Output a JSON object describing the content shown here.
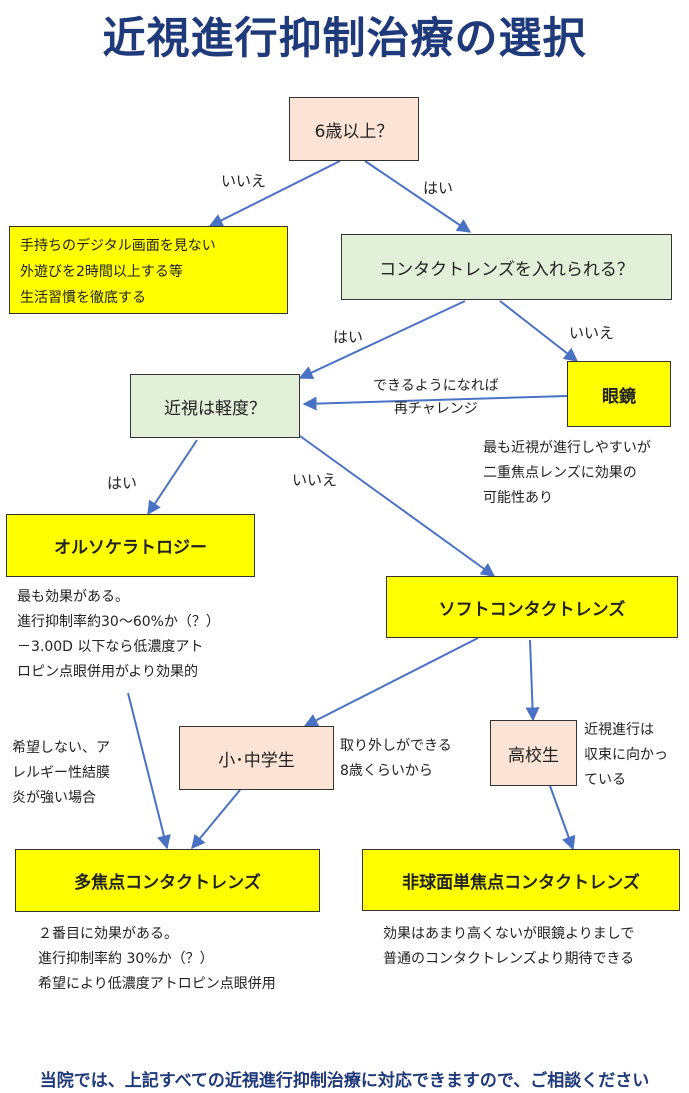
{
  "title": "近視進行抑制治療の選択",
  "nodes": {
    "age": "6歳以上？",
    "lifestyle": [
      "手持ちのデジタル画面を見ない",
      "外遊びを2時間以上する等",
      "生活習慣を徹底する"
    ],
    "contact": "コンタクトレンズを入れられる？",
    "mild": "近視は軽度？",
    "glasses": "眼鏡",
    "orthok": "オルソケラトロジー",
    "soft": "ソフトコンタクトレンズ",
    "elementary": "小･中学生",
    "highschool": "高校生",
    "multifocal": "多焦点コンタクトレンズ",
    "aspheric": "非球面単焦点コンタクトレンズ"
  },
  "edge_labels": {
    "age_no": "いいえ",
    "age_yes": "はい",
    "contact_yes": "はい",
    "contact_no": "いいえ",
    "retry": [
      "できるようになれば",
      "再チャレンジ"
    ],
    "mild_yes": "はい",
    "mild_no": "いいえ"
  },
  "notes": {
    "glasses": [
      "最も近視が進行しやすいが",
      "二重焦点レンズに効果の",
      "可能性あり"
    ],
    "orthok": [
      "最も効果がある。",
      "進行抑制率約30～60%か（？）",
      "－3.00D 以下なら低濃度アト",
      "ロピン点眼併用がより効果的"
    ],
    "allergy": [
      "希望しない、ア",
      "レルギー性結膜",
      "炎が強い場合"
    ],
    "elementary": [
      "取り外しができる",
      "8歳くらいから"
    ],
    "highschool": [
      "近視進行は",
      "収束に向かっ",
      "ている"
    ],
    "multifocal": [
      "２番目に効果がある。",
      "進行抑制率約 30%か（？）",
      "希望により低濃度アトロピン点眼併用"
    ],
    "aspheric": [
      "効果はあまり高くないが眼鏡よりましで",
      "普通のコンタクトレンズより期待できる"
    ]
  },
  "footer": "当院では、上記すべての近視進行抑制治療に対応できますので、ご相談ください",
  "colors": {
    "title": "#1f3a7a",
    "arrow": "#4a72c4",
    "pink": "#fbe3d6",
    "green": "#e2efd9",
    "yellow": "#ffff00"
  }
}
